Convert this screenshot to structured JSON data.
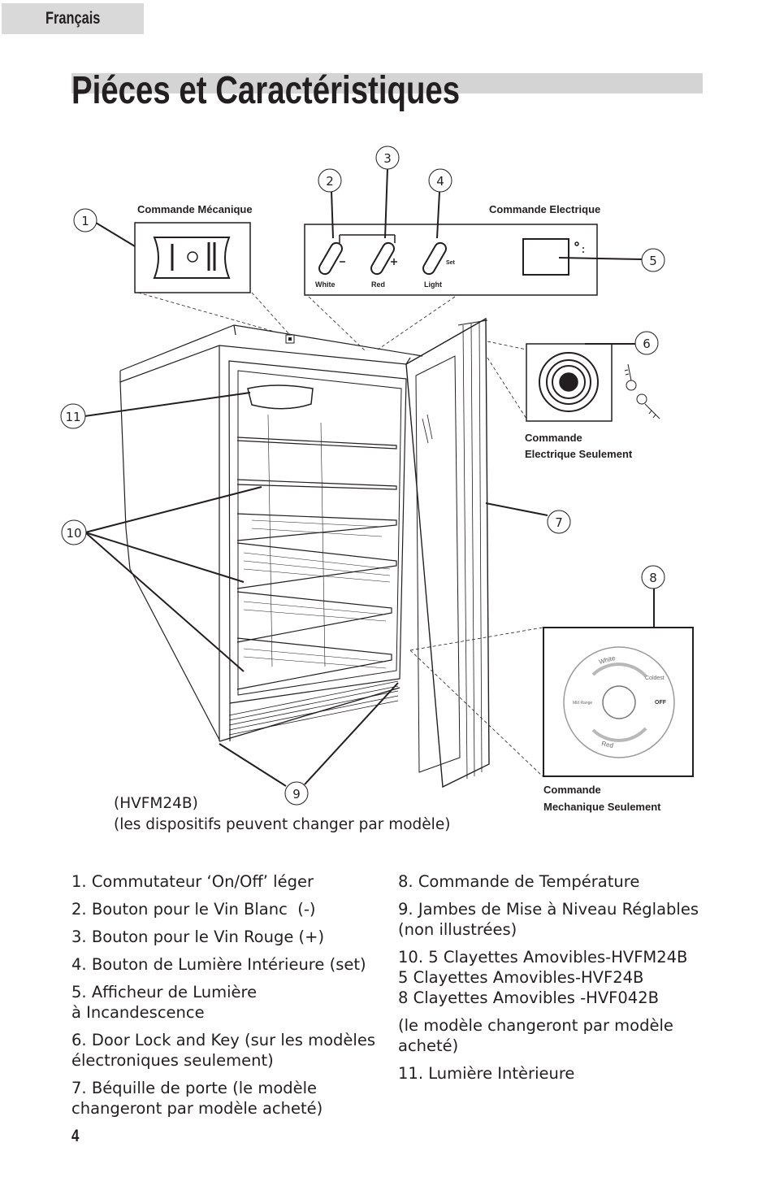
{
  "header": {
    "language_tab": "Français"
  },
  "page": {
    "title": "Piéces et Caractéristiques",
    "number": "4"
  },
  "diagram": {
    "labels": {
      "mechanical_control": "Commande Mécanique",
      "electric_control": "Commande Electrique",
      "button_white": "White",
      "button_red": "Red",
      "button_light": "Light",
      "button_set": "Set",
      "lock_caption_line1": "Commande",
      "lock_caption_line2": "Electrique Seulement",
      "dial_caption_line1": "Commande",
      "dial_caption_line2": "Mechanique Seulement",
      "dial_white": "White",
      "dial_coldest": "Coldest",
      "dial_mid": "Mid Range",
      "dial_off": "OFF",
      "dial_red": "Red"
    },
    "callouts": [
      "1",
      "2",
      "3",
      "4",
      "5",
      "6",
      "7",
      "8",
      "9",
      "10",
      "11"
    ]
  },
  "model_note": {
    "line1": "(HVFM24B)",
    "line2": "(les dispositifs peuvent changer par modèle)"
  },
  "parts_left": [
    {
      "num": "1.",
      "lines": [
        "Commutateur ‘On/Off’ léger"
      ]
    },
    {
      "num": "2.",
      "lines": [
        "Bouton pour le Vin Blanc  (-)"
      ]
    },
    {
      "num": "3.",
      "lines": [
        "Bouton pour le Vin Rouge (+)"
      ]
    },
    {
      "num": "4.",
      "lines": [
        "Bouton de Lumière Intérieure (set)"
      ]
    },
    {
      "num": "5.",
      "lines": [
        "Afficheur de Lumière",
        "à Incandescence"
      ]
    },
    {
      "num": "6.",
      "lines": [
        "Door Lock and Key (sur les modèles",
        "électroniques seulement)"
      ]
    },
    {
      "num": "7.",
      "lines": [
        "Béquille de porte (le modèle",
        "changeront par modèle acheté)"
      ]
    }
  ],
  "parts_right": [
    {
      "num": "8.",
      "lines": [
        "Commande de Température"
      ]
    },
    {
      "num": "9.",
      "lines": [
        "Jambes de Mise à Niveau Réglables",
        "(non illustrées)"
      ]
    },
    {
      "num": "10.",
      "lines": [
        "5 Clayettes Amovibles-HVFM24B",
        "5 Clayettes Amovibles-HVF24B",
        "8 Clayettes Amovibles -HVF042B"
      ]
    },
    {
      "note": "(le modèle changeront par modèle acheté)"
    },
    {
      "num": "11.",
      "lines": [
        "Lumière Intèrieure"
      ]
    }
  ]
}
